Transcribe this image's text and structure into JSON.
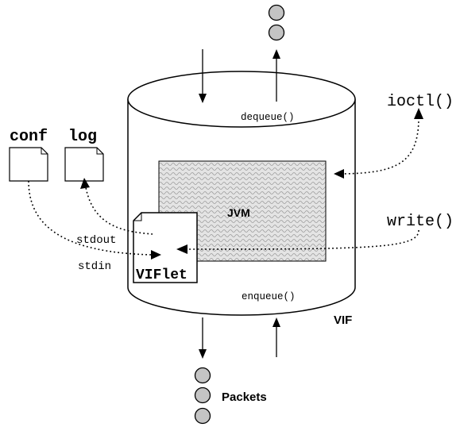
{
  "labels": {
    "dequeue": "dequeue()",
    "enqueue": "enqueue()",
    "ioctl": "ioctl()",
    "write": "write()",
    "conf": "conf",
    "log": "log",
    "stdout": "stdout",
    "stdin": "stdin",
    "jvm": "JVM",
    "viflet": "VIFlet",
    "vif": "VIF",
    "packets": "Packets"
  },
  "colors": {
    "stroke": "#000000",
    "packet_fill": "#c4c4c4",
    "jvm_fill": "#e4e4e4",
    "background": "#ffffff"
  }
}
